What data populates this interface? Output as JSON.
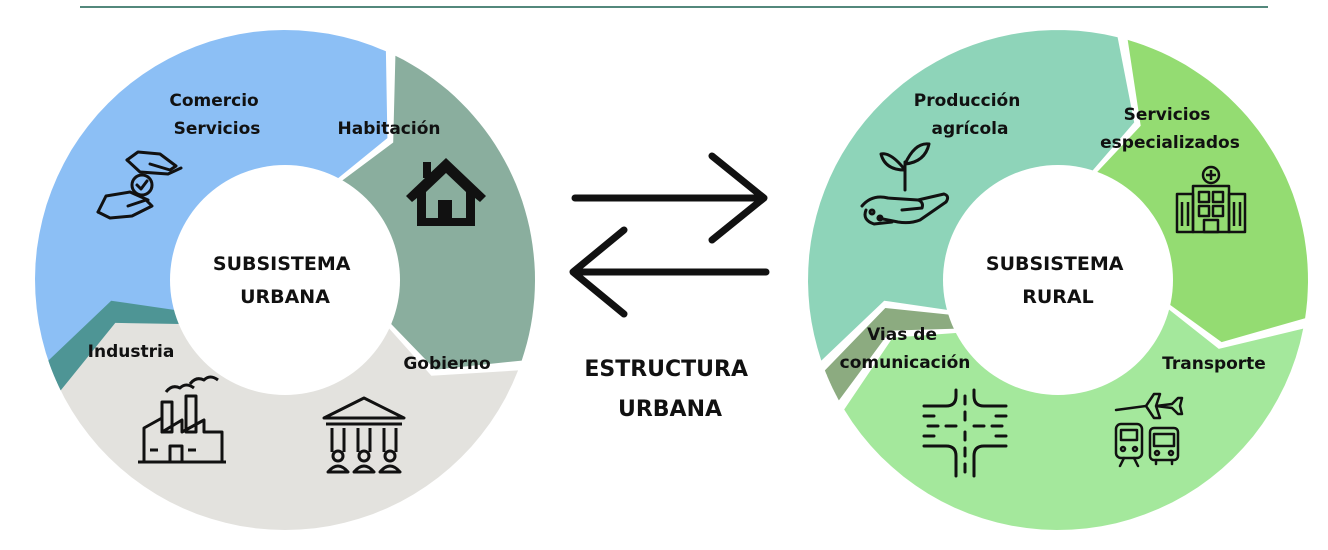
{
  "diagram": {
    "urban_cycle": {
      "center_label_lines": [
        "SUBSISTEMA",
        "URBANA"
      ],
      "segments": [
        {
          "label_lines": [
            "Comercio",
            "Servicios"
          ],
          "color": "#8cbff5",
          "icon": "hands-checkmark-icon"
        },
        {
          "label_lines": [
            "Habitación"
          ],
          "color": "#8aae9e",
          "icon": "house-icon"
        },
        {
          "label_lines": [
            "Gobierno"
          ],
          "color": "#e3e2de",
          "icon": "government-building-icon"
        },
        {
          "label_lines": [
            "Industria"
          ],
          "color": "#4e9595",
          "icon": "factory-icon"
        }
      ]
    },
    "middle": {
      "label_lines": [
        "ESTRUCTURA",
        "URBANA"
      ],
      "arrows": [
        "right-arrow-icon",
        "left-arrow-icon"
      ]
    },
    "rural_cycle": {
      "center_label_lines": [
        "SUBSISTEMA",
        "RURAL"
      ],
      "segments": [
        {
          "label_lines": [
            "Producción",
            "agrícola"
          ],
          "color": "#8ed4b9",
          "icon": "plant-in-hand-icon"
        },
        {
          "label_lines": [
            "Servicios",
            "especializados"
          ],
          "color": "#94dc72",
          "icon": "hospital-icon"
        },
        {
          "label_lines": [
            "Transporte"
          ],
          "color": "#a4e89c",
          "icon": "transport-icon"
        },
        {
          "label_lines": [
            "Vias de",
            "comunicación"
          ],
          "color": "#8cab80",
          "icon": "roads-icon"
        }
      ]
    },
    "colors": {
      "top_rule": "#1a6050",
      "text": "#111111",
      "icon": "#111111",
      "center": "#ffffff"
    }
  }
}
